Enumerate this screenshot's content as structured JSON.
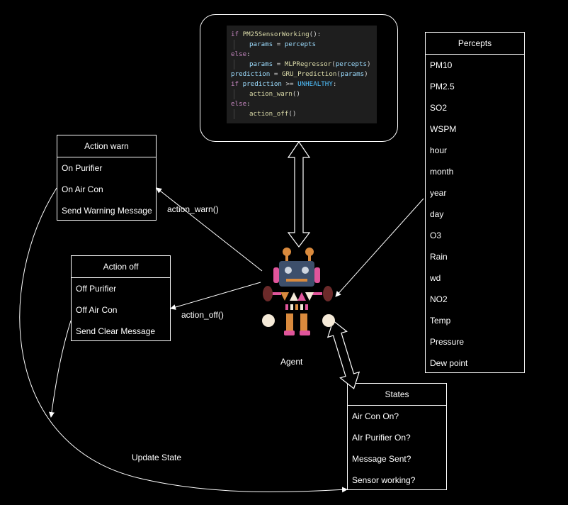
{
  "code": {
    "lines": [
      [
        {
          "t": "if ",
          "c": "kw"
        },
        {
          "t": "PM25SensorWorking",
          "c": "fn"
        },
        {
          "t": "():",
          "c": "op"
        }
      ],
      [
        {
          "t": "INDENT"
        },
        {
          "t": "params",
          "c": "var"
        },
        {
          "t": " = ",
          "c": "op"
        },
        {
          "t": "percepts",
          "c": "var"
        }
      ],
      [
        {
          "t": "else",
          "c": "kw"
        },
        {
          "t": ":",
          "c": "op"
        }
      ],
      [
        {
          "t": "INDENT"
        },
        {
          "t": "params",
          "c": "var"
        },
        {
          "t": " = ",
          "c": "op"
        },
        {
          "t": "MLPRegressor",
          "c": "fn"
        },
        {
          "t": "(",
          "c": "op"
        },
        {
          "t": "percepts",
          "c": "var"
        },
        {
          "t": ")",
          "c": "op"
        }
      ],
      [
        {
          "t": "prediction",
          "c": "var"
        },
        {
          "t": " = ",
          "c": "op"
        },
        {
          "t": "GRU_Prediction",
          "c": "fn"
        },
        {
          "t": "(",
          "c": "op"
        },
        {
          "t": "params",
          "c": "var"
        },
        {
          "t": ")",
          "c": "op"
        }
      ],
      [
        {
          "t": "if ",
          "c": "kw"
        },
        {
          "t": "prediction",
          "c": "var"
        },
        {
          "t": " >= ",
          "c": "op"
        },
        {
          "t": "UNHEALTHY",
          "c": "const"
        },
        {
          "t": ":",
          "c": "op"
        }
      ],
      [
        {
          "t": "INDENT"
        },
        {
          "t": "action_warn",
          "c": "fn"
        },
        {
          "t": "()",
          "c": "op"
        }
      ],
      [
        {
          "t": "else",
          "c": "kw"
        },
        {
          "t": ":",
          "c": "op"
        }
      ],
      [
        {
          "t": "INDENT"
        },
        {
          "t": "action_off",
          "c": "fn"
        },
        {
          "t": "()",
          "c": "op"
        }
      ]
    ]
  },
  "action_warn": {
    "title": "Action warn",
    "items": [
      "On Purifier",
      "On Air Con",
      "Send Warning Message"
    ]
  },
  "action_off": {
    "title": "Action off",
    "items": [
      "Off Purifier",
      "Off Air Con",
      "Send Clear Message"
    ]
  },
  "percepts": {
    "title": "Percepts",
    "items": [
      "PM10",
      "PM2.5",
      "SO2",
      "WSPM",
      "hour",
      "month",
      "year",
      "day",
      "O3",
      "Rain",
      "wd",
      "NO2",
      "Temp",
      "Pressure",
      "Dew point"
    ]
  },
  "states": {
    "title": "States",
    "items": [
      "Air Con On?",
      "AIr Purifier On?",
      "Message Sent?",
      "Sensor working?"
    ]
  },
  "labels": {
    "action_warn_call": "action_warn()",
    "action_off_call": "action_off()",
    "agent": "Agent",
    "update_state": "Update State"
  },
  "colors": {
    "background": "#000000",
    "line": "#ffffff",
    "robot_head": "#3d4f6b",
    "robot_pink": "#e0559b",
    "robot_orange": "#d98a3d",
    "robot_dark_red": "#6b2a2a",
    "robot_cream": "#f5ead8"
  }
}
